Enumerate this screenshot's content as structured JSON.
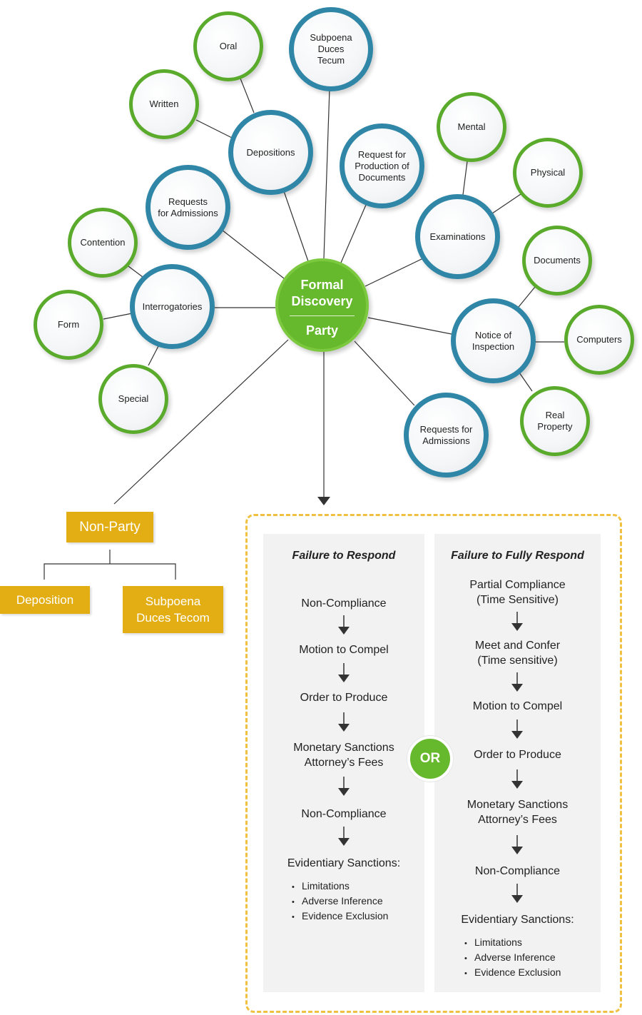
{
  "center": {
    "title": "Formal\nDiscovery",
    "subtitle": "Party"
  },
  "nodes": {
    "oral": "Oral",
    "subpoena_duces_tecum": "Subpoena\nDuces\nTecum",
    "written": "Written",
    "depositions": "Depositions",
    "request_production": "Request for\nProduction of\nDocuments",
    "mental": "Mental",
    "physical": "Physical",
    "requests_admissions_left": "Requests\nfor Admissions",
    "examinations": "Examinations",
    "contention": "Contention",
    "documents": "Documents",
    "interrogatories": "Interrogatories",
    "form": "Form",
    "notice_of_inspection": "Notice of\nInspection",
    "computers": "Computers",
    "special": "Special",
    "real_property": "Real\nProperty",
    "requests_admissions_right": "Requests for\nAdmissions"
  },
  "non_party": {
    "label": "Non-Party",
    "deposition": "Deposition",
    "subpoena": "Subpoena\nDuces Tecom"
  },
  "failure_to_respond": {
    "title": "Failure to Respond",
    "steps": [
      "Non-Compliance",
      "Motion to Compel",
      "Order to Produce",
      "Monetary Sanctions\nAttorney’s Fees",
      "Non-Compliance",
      "Evidentiary Sanctions:"
    ],
    "bullets": [
      "Limitations",
      "Adverse Inference",
      "Evidence Exclusion"
    ]
  },
  "or_label": "OR",
  "failure_to_fully_respond": {
    "title": "Failure to Fully Respond",
    "steps": [
      "Partial Compliance\n(Time Sensitive)",
      "Meet and Confer\n(Time sensitive)",
      "Motion to Compel",
      "Order to Produce",
      "Monetary Sanctions\nAttorney’s Fees",
      "Non-Compliance",
      "Evidentiary Sanctions:"
    ],
    "bullets": [
      "Limitations",
      "Adverse Inference",
      "Evidence Exclusion"
    ]
  },
  "colors": {
    "blue_ring": "#2f86a6",
    "green_ring": "#5aaa2c",
    "center_green": "#66b82c",
    "yellow_box": "#e3ae14",
    "dashed_border": "#f0c040",
    "panel_bg": "#f2f2f2"
  }
}
